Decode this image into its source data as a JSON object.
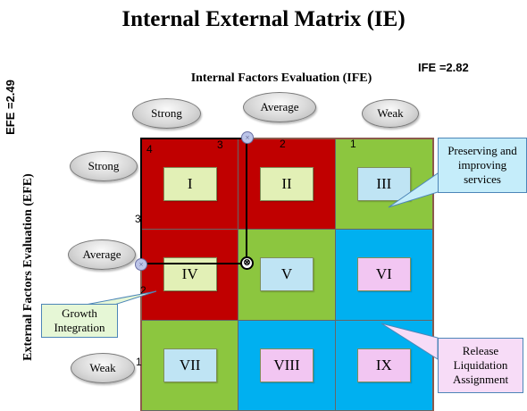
{
  "title": "Internal External Matrix (IE)",
  "ife": {
    "axis_label": "Internal Factors Evaluation (IFE)",
    "score_label": "IFE =2.82"
  },
  "efe": {
    "axis_label": "External Factors Evaluation (EFE)",
    "score_label": "EFE =2.49"
  },
  "columns": [
    "Strong",
    "Average",
    "Weak"
  ],
  "rows": [
    "Strong",
    "Average",
    "Weak"
  ],
  "cells": [
    {
      "label": "I",
      "fill": "#c00000",
      "label_bg": "#e2f0b6"
    },
    {
      "label": "II",
      "fill": "#c00000",
      "label_bg": "#e2f0b6"
    },
    {
      "label": "III",
      "fill": "#8cc63f",
      "label_bg": "#bfe4f4"
    },
    {
      "label": "IV",
      "fill": "#c00000",
      "label_bg": "#e2f0b6"
    },
    {
      "label": "V",
      "fill": "#8cc63f",
      "label_bg": "#bfe4f4"
    },
    {
      "label": "VI",
      "fill": "#00b0f0",
      "label_bg": "#f2c6f2"
    },
    {
      "label": "VII",
      "fill": "#8cc63f",
      "label_bg": "#bfe4f4"
    },
    {
      "label": "VIII",
      "fill": "#00b0f0",
      "label_bg": "#f2c6f2"
    },
    {
      "label": "IX",
      "fill": "#00b0f0",
      "label_bg": "#f2c6f2"
    }
  ],
  "scale_numbers": {
    "top_4": "4",
    "top_3": "3",
    "top_2": "2",
    "top_1": "1",
    "left_3": "3",
    "left_2": "2",
    "left_1": "1"
  },
  "markers": {
    "intersect_symbol": "⊗",
    "axis_marker_symbol": "×"
  },
  "callouts": {
    "preserve": {
      "lines": [
        "Preserving and",
        "improving",
        "services"
      ],
      "bg": "#c5edfa"
    },
    "growth": {
      "lines": [
        "Growth",
        "Integration"
      ],
      "bg": "#e6f7d6"
    },
    "release": {
      "lines": [
        "Release",
        "Liquidation",
        "Assignment"
      ],
      "bg": "#f7dcf7"
    }
  },
  "colors": {
    "accent_border": "#8c5a4c",
    "callout_border": "#4d86b8"
  }
}
